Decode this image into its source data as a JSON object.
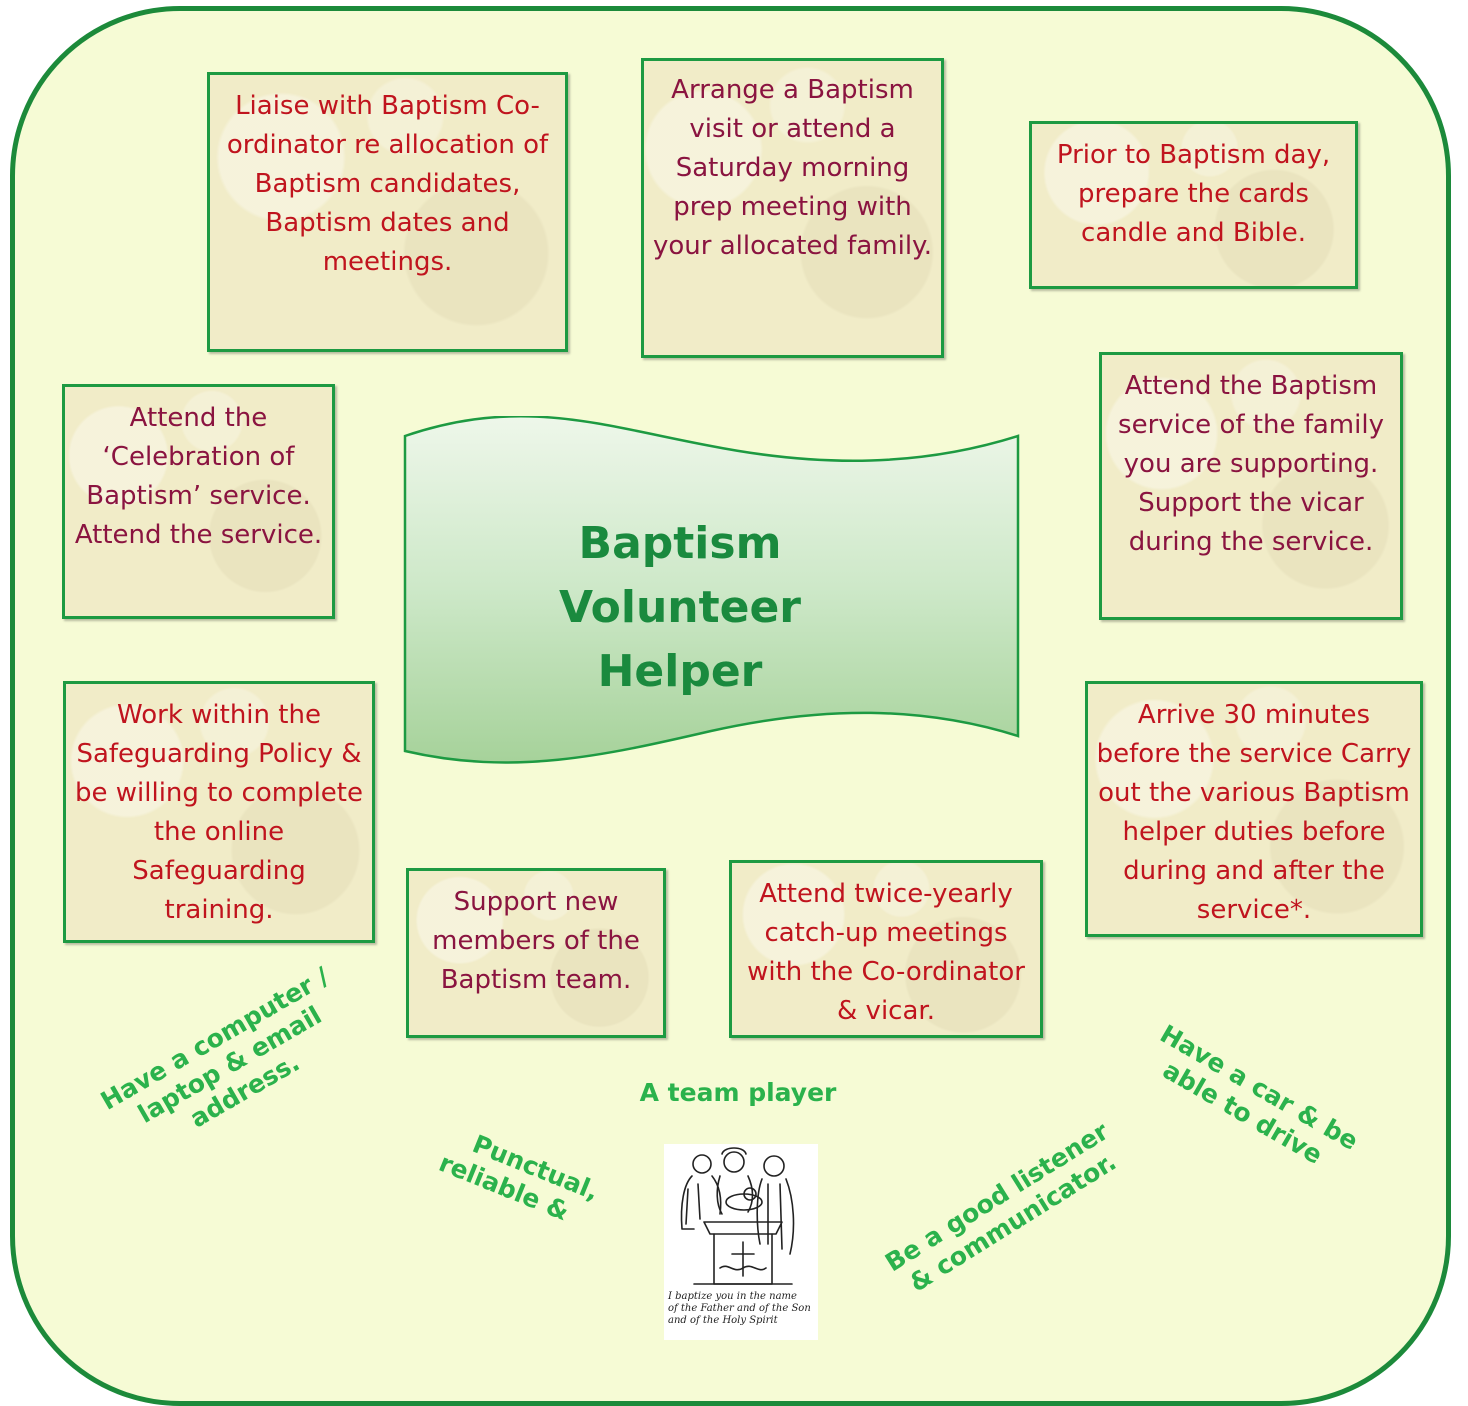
{
  "center": {
    "title_lines": [
      "Baptism",
      "Volunteer",
      "Helper"
    ]
  },
  "boxes": {
    "liaise": "Liaise with Baptism Co-ordinator re allocation of Baptism candidates, Baptism dates and meetings.",
    "arrange_visit": "Arrange a Baptism visit or attend a Saturday morning prep meeting with your allocated family.",
    "prepare_cards": "Prior to Baptism day, prepare the cards candle and Bible.",
    "celebration": "Attend the ‘Celebration of Baptism’ service. Attend the service.",
    "attend_service": "Attend the Baptism service of the family you are supporting. Support the vicar during the service.",
    "safeguarding": "Work within the Safeguarding Policy & be willing to complete the online Safeguarding training.",
    "arrive_early": "Arrive 30 minutes before the service Carry out the various Baptism helper duties before during and after the service*.",
    "support_new": "Support new members of the Baptism team.",
    "catch_up": "Attend twice-yearly catch-up meetings with the Co-ordinator & vicar."
  },
  "traits": {
    "computer": [
      "Have a computer /",
      "laptop & email",
      "address."
    ],
    "team_player": "A team player",
    "punctual": [
      "Punctual,",
      "reliable &"
    ],
    "listener": [
      "Be a good listener",
      "& communicator."
    ],
    "car": [
      "Have a car & be",
      "able to drive"
    ]
  },
  "illustration": {
    "caption": "I baptize you in the name\nof the Father and of the Son\nand of the Holy Spirit"
  },
  "colors": {
    "frame_border": "#1c8a3a",
    "frame_fill": "#f6fbd5",
    "box_border": "#1d9a42",
    "text_red": "#c0141e",
    "text_plum": "#8a1440",
    "trait_green": "#2bb24c",
    "title_green": "#1a8a3e"
  }
}
